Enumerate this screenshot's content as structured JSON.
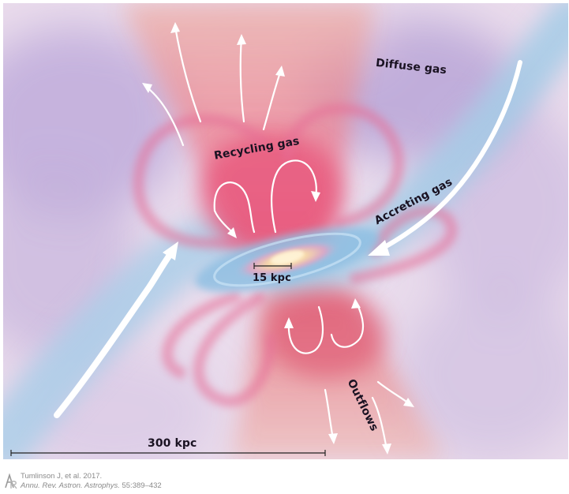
{
  "labels": {
    "diffuse_gas": "Diffuse gas",
    "recycling_gas": "Recycling gas",
    "accreting_gas": "Accreting gas",
    "scale_small": "15 kpc",
    "outflows": "Outflows",
    "scale_large": "300 kpc"
  },
  "credit": {
    "logo_text": "AR",
    "line1": "Tumlinson J, et al. 2017.",
    "journal": "Annu. Rev. Astron. Astrophys.",
    "pages": " 55:389–432"
  },
  "colors": {
    "background": "#eadcec",
    "diffuse_purple": "#b7a3d6",
    "recycling_pink": "#e8637f",
    "outflow_orange": "#e48a7a",
    "accreting_blue": "#a9cde6",
    "arrow_white": "#ffffff",
    "text": "#1a1222",
    "credit_gray": "#8a8a8a"
  }
}
